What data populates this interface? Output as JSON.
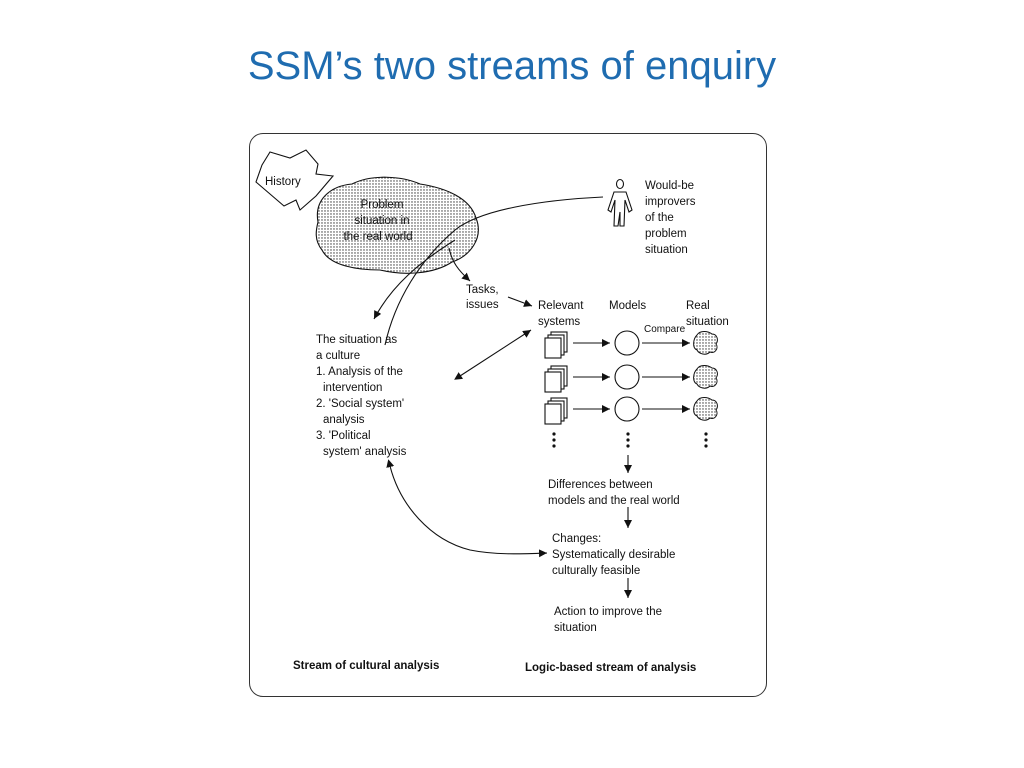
{
  "title": "SSM’s two streams of enquiry",
  "diagram": {
    "history_label": "History",
    "problem_situation": [
      "Problem",
      "situation in",
      "the real world"
    ],
    "improvers": [
      "Would-be",
      "improvers",
      "of the",
      "problem",
      "situation"
    ],
    "tasks_issues": [
      "Tasks,",
      "issues"
    ],
    "column_headers": {
      "relevant_systems": [
        "Relevant",
        "systems"
      ],
      "models": "Models",
      "real_situation": [
        "Real",
        "situation"
      ]
    },
    "compare_label": "Compare",
    "culture_analysis": [
      "The situation as",
      "a culture",
      "1. Analysis of the",
      "intervention",
      "2. 'Social system'",
      "analysis",
      "3. 'Political",
      "system' analysis"
    ],
    "differences": [
      "Differences between",
      "models and the real world"
    ],
    "changes": [
      "Changes:",
      "Systematically desirable",
      "culturally feasible"
    ],
    "action": [
      "Action to improve the",
      "situation"
    ],
    "footer_left": "Stream of cultural analysis",
    "footer_right": "Logic-based stream of analysis"
  },
  "colors": {
    "title": "#1f6cb0",
    "ink": "#111111"
  },
  "icons": [
    "history-arrow-icon",
    "person-icon",
    "document-stack-icon",
    "model-circle-icon",
    "real-world-blob-icon",
    "ellipsis-icon"
  ]
}
